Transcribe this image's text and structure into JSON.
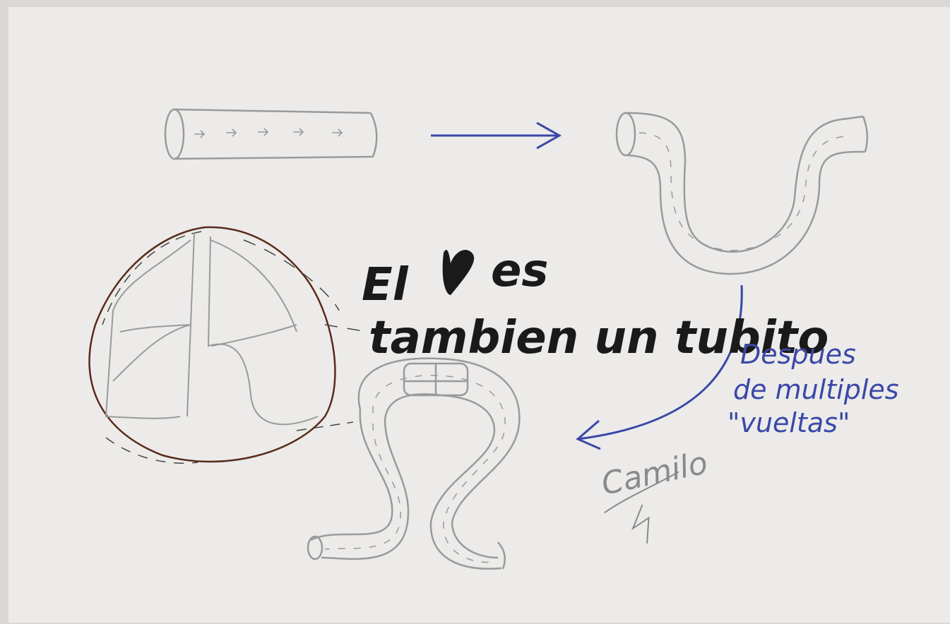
{
  "caption": {
    "line1_word1": "El",
    "line1_word2": "es",
    "line2": "tambien un tubito",
    "heart_symbol": "♥"
  },
  "note": {
    "line1": "Despues",
    "line2": "de multiples",
    "line3": "\"vueltas\""
  },
  "signature": "Camilo",
  "colors": {
    "paper": "#ecebe9",
    "pencil": "#9a9a9a",
    "ink_blue": "#3a47a8",
    "ink_black": "#1a1a1a",
    "ink_brown": "#5a2a1a"
  },
  "icons": [
    "straight-tube-icon",
    "arrow-right-icon",
    "u-tube-icon",
    "curved-arrow-icon",
    "heart-icon",
    "heart-outline-icon",
    "looped-tube-icon"
  ]
}
